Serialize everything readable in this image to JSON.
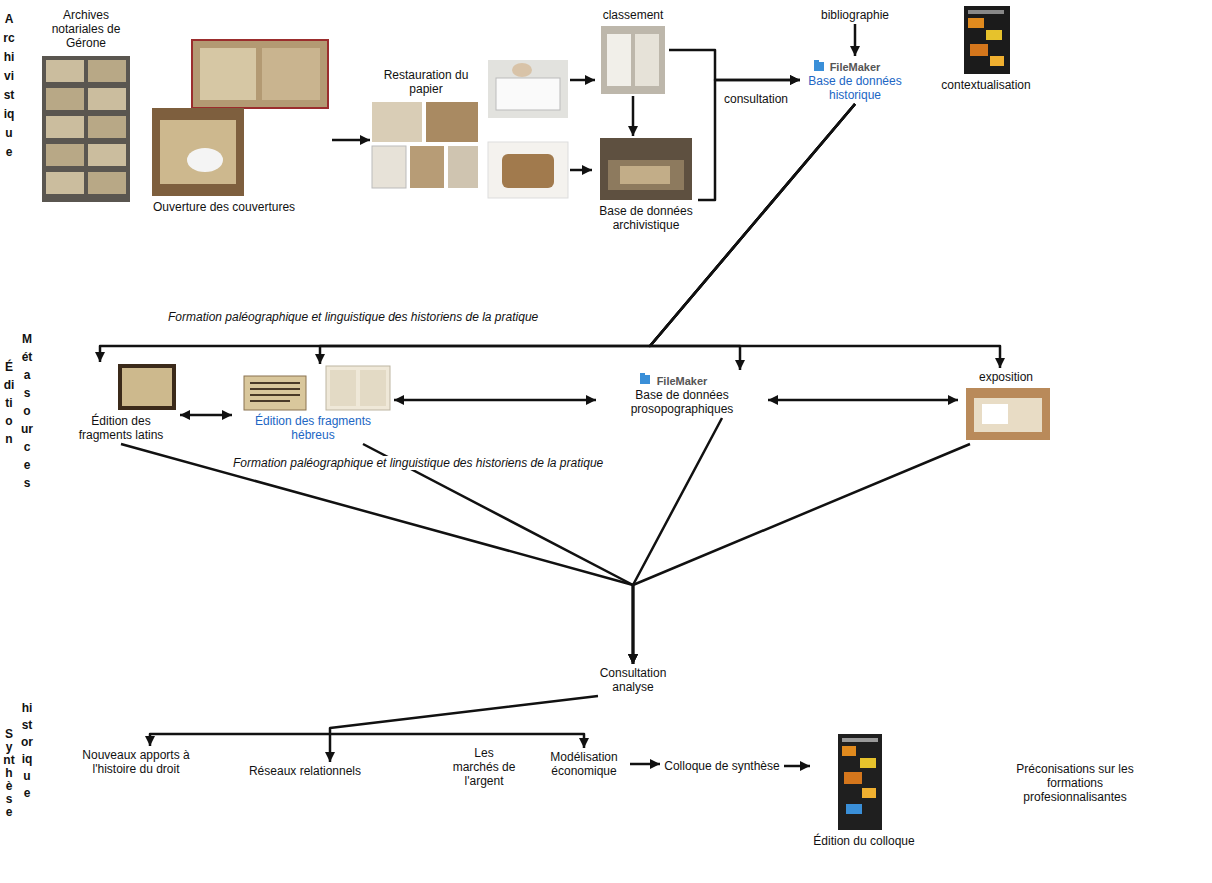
{
  "diagram": {
    "nodes": [
      {
        "text": [
          "Archives notariales de Gérone"
        ]
      },
      {
        "text": [
          "Ouverture des couvertures"
        ]
      },
      {
        "text": [
          "Restauration du papier"
        ]
      },
      {
        "text": [
          "classement"
        ]
      },
      {
        "text": [
          "Base de données archivistique"
        ]
      },
      {
        "text": [
          "bibliographie"
        ]
      },
      {
        "text": [
          "contextualisation"
        ]
      },
      {
        "text": [
          "FileMaker",
          "Base de données historique"
        ]
      },
      {
        "text": [
          "Édition des fragments latins"
        ]
      },
      {
        "text": [
          "Édition des fragments hébreus"
        ]
      },
      {
        "text": [
          "FileMaker",
          "Base de données prosopographiques"
        ]
      },
      {
        "text": [
          "exposition"
        ]
      },
      {
        "text": [
          "Consultation analyse"
        ]
      },
      {
        "text": [
          "Nouveaux apports à l'histoire du droit"
        ]
      },
      {
        "text": [
          "Réseaux relationnels"
        ]
      },
      {
        "text": [
          "Les marchés de l'argent"
        ]
      },
      {
        "text": [
          "Modélisation économique"
        ]
      },
      {
        "text": [
          "Colloque de synthèse"
        ]
      },
      {
        "text": [
          "Édition du colloque"
        ]
      },
      {
        "text": [
          "Préconisations sur les formations profesionnalisantes"
        ]
      }
    ],
    "edges": [
      {
        "from": 1,
        "to": 2,
        "arrow": "to"
      },
      {
        "from": 3,
        "to": 4,
        "arrow": "to"
      },
      {
        "from": 3,
        "to": 7,
        "arrow": "to"
      },
      {
        "from": 4,
        "to": 7,
        "arrow": "to"
      },
      {
        "from": 5,
        "to": 7,
        "arrow": "to"
      },
      {
        "from": 7,
        "to": 8,
        "arrow": "to"
      },
      {
        "from": 7,
        "to": 9,
        "arrow": "to"
      },
      {
        "from": 7,
        "to": 10,
        "arrow": "to"
      },
      {
        "from": 7,
        "to": 11,
        "arrow": "to"
      },
      {
        "from": 8,
        "to": 9,
        "arrow": "both"
      },
      {
        "from": 9,
        "to": 10,
        "arrow": "both"
      },
      {
        "from": 10,
        "to": 11,
        "arrow": "both"
      },
      {
        "from": 8,
        "to": 12,
        "arrow": "to"
      },
      {
        "from": 9,
        "to": 12,
        "arrow": "to"
      },
      {
        "from": 10,
        "to": 12,
        "arrow": "to"
      },
      {
        "from": 11,
        "to": 12,
        "arrow": "to"
      },
      {
        "from": 12,
        "to": 14,
        "arrow": "to"
      },
      {
        "from": 13,
        "to": 16,
        "arrow": "both"
      },
      {
        "from": 16,
        "to": 17,
        "arrow": "to"
      },
      {
        "from": 17,
        "to": 18,
        "arrow": "to"
      }
    ],
    "labels": [
      "Archivistique",
      "consultation",
      "Formation paléographique et linguistique des historiens de la pratique",
      "Édition",
      "Métasources",
      "Formation paléographique et linguistique des historiens de la pratique",
      "Synthèse",
      "historique"
    ]
  }
}
